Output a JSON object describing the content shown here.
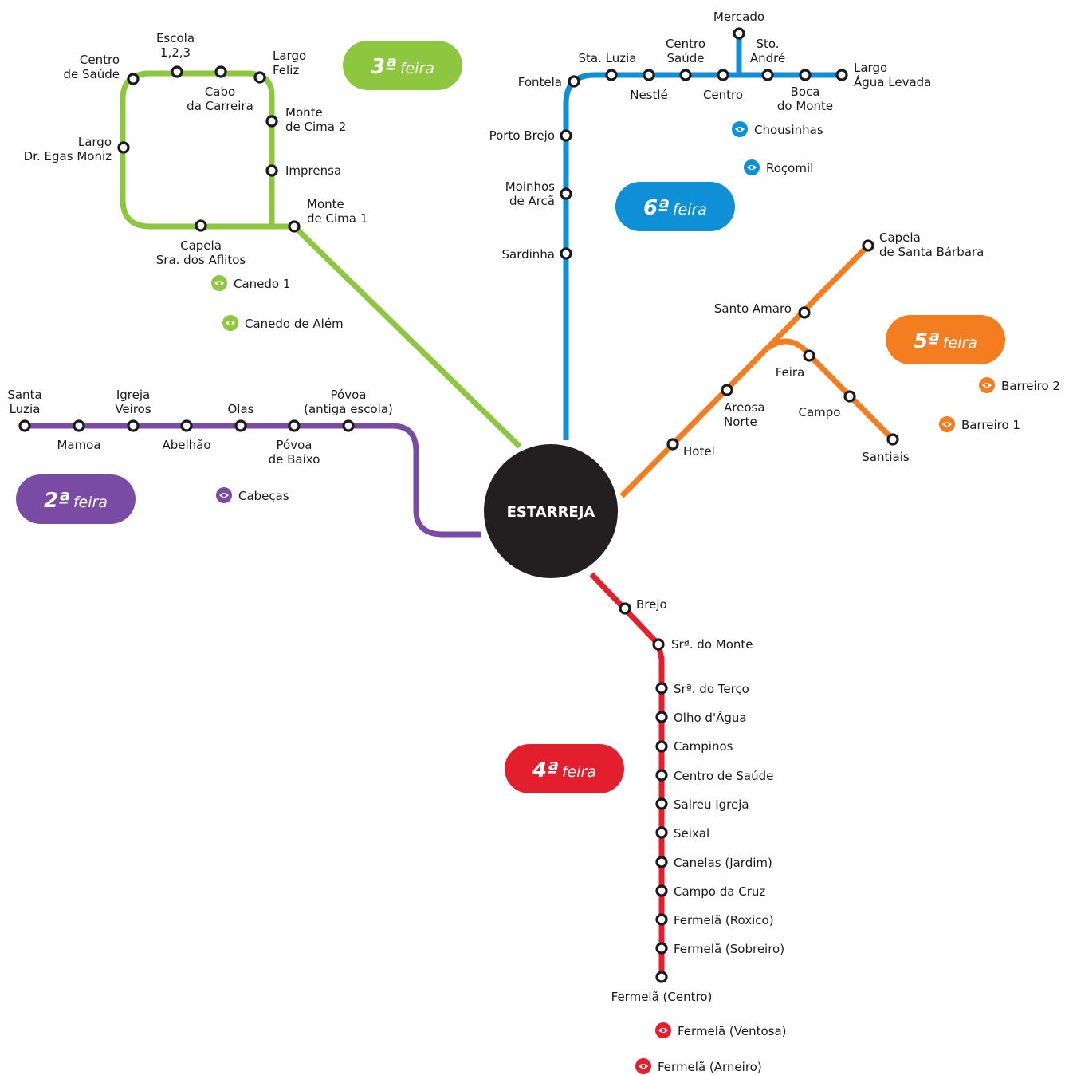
{
  "hub": {
    "name": "ESTARREJA",
    "color": "#231f20"
  },
  "lines": {
    "monday": {
      "color": "#7a4ba5",
      "day_num": "2ª",
      "day_word": "feira",
      "stops": [
        "Santa Luzia",
        "Mamoa",
        "Igreja Veiros",
        "Abelhão",
        "Olas",
        "Póvoa de Baixo",
        "Póvoa (antiga escola)"
      ],
      "request_stops": [
        "Cabeças"
      ]
    },
    "tuesday": {
      "color": "#8dc63f",
      "day_num": "3ª",
      "day_word": "feira",
      "stops": [
        "Centro de Saúde",
        "Escola 1,2,3",
        "Cabo da Carreira",
        "Largo Feliz",
        "Monte de Cima 2",
        "Imprensa",
        "Largo Dr. Egas Moniz",
        "Capela Sra. dos Aflitos",
        "Monte de Cima 1"
      ],
      "request_stops": [
        "Canedo 1",
        "Canedo de Além"
      ]
    },
    "wednesday": {
      "color": "#e31e2d",
      "day_num": "4ª",
      "day_word": "feira",
      "stops": [
        "Brejo",
        "Srª. do Monte",
        "Srª. do Terço",
        "Olho d'Água",
        "Campinos",
        "Centro de Saúde",
        "Salreu Igreja",
        "Seixal",
        "Canelas (Jardim)",
        "Campo da Cruz",
        "Fermelã (Roxico)",
        "Fermelã (Sobreiro)",
        "Fermelã (Centro)"
      ],
      "request_stops": [
        "Fermelã (Ventosa)",
        "Fermelã (Arneiro)"
      ]
    },
    "thursday": {
      "color": "#f47d20",
      "day_num": "5ª",
      "day_word": "feira",
      "stops": [
        "Hotel",
        "Areosa Norte",
        "Santo Amaro",
        "Capela de Santa Bárbara",
        "Feira",
        "Campo",
        "Santiais"
      ],
      "request_stops": [
        "Barreiro 2",
        "Barreiro 1"
      ]
    },
    "friday": {
      "color": "#0f8fd6",
      "day_num": "6ª",
      "day_word": "feira",
      "stops": [
        "Sardinha",
        "Moinhos de Arcã",
        "Porto Brejo",
        "Fontela",
        "Sta. Luzia",
        "Nestlé",
        "Centro Saúde",
        "Centro",
        "Mercado",
        "Sto. André",
        "Boca do Monte",
        "Largo Água Levada"
      ],
      "request_stops": [
        "Chousinhas",
        "Roçomil"
      ]
    }
  }
}
